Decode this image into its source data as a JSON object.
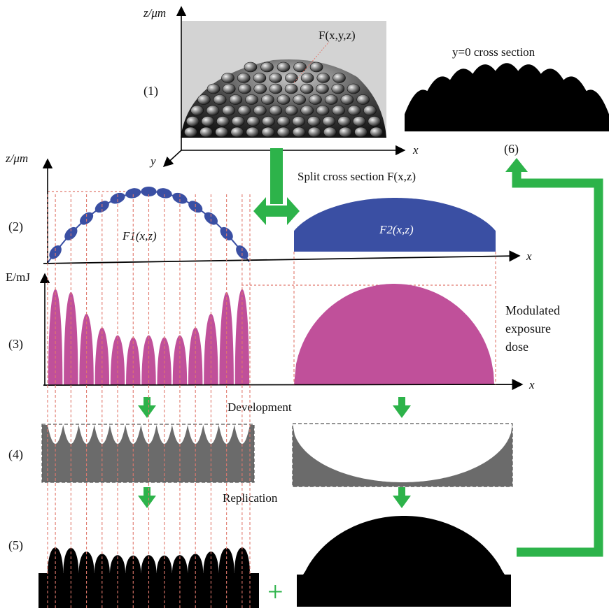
{
  "colors": {
    "arrow_green": "#2db34a",
    "blue_profile": "#3a4fa3",
    "magenta_dose": "#c0509a",
    "guide_red": "#e0786c",
    "gray_resist": "#6b6b6b",
    "panel_bg": "#d3d3d3",
    "black": "#000000"
  },
  "step_labels": [
    "(1)",
    "(2)",
    "(3)",
    "(4)",
    "(5)",
    "(6)"
  ],
  "panel1": {
    "z_axis": "z/μm",
    "x_axis": "x",
    "y_axis": "y",
    "surface_label": "F(x,y,z)"
  },
  "panel2": {
    "z_axis": "z/μm",
    "x_axis": "x",
    "split_label": "Split cross section F(x,z)",
    "f1_label": "F1(x,z)",
    "f2_label": "F2(x,z)"
  },
  "panel3": {
    "e_axis": "E/mJ",
    "x_axis": "x",
    "dose_label_lines": [
      "Modulated",
      "exposure",
      "dose"
    ]
  },
  "development_label": "Development",
  "replication_label": "Replication",
  "cross_section_label": "y=0 cross section",
  "plus_sign": "+",
  "icons": {
    "big_arrow": "double-arrow-horizontal",
    "down_arrow": "green-down-arrow",
    "return_arrow": "green-return-arrow"
  },
  "chart_data": {
    "type": "area",
    "microlens_count": 13,
    "relative_dose_peaks": [
      0.97,
      0.94,
      0.72,
      0.58,
      0.5,
      0.48,
      0.5,
      0.48,
      0.5,
      0.58,
      0.72,
      0.94,
      0.97
    ],
    "base_dose_peak": 1.0
  }
}
